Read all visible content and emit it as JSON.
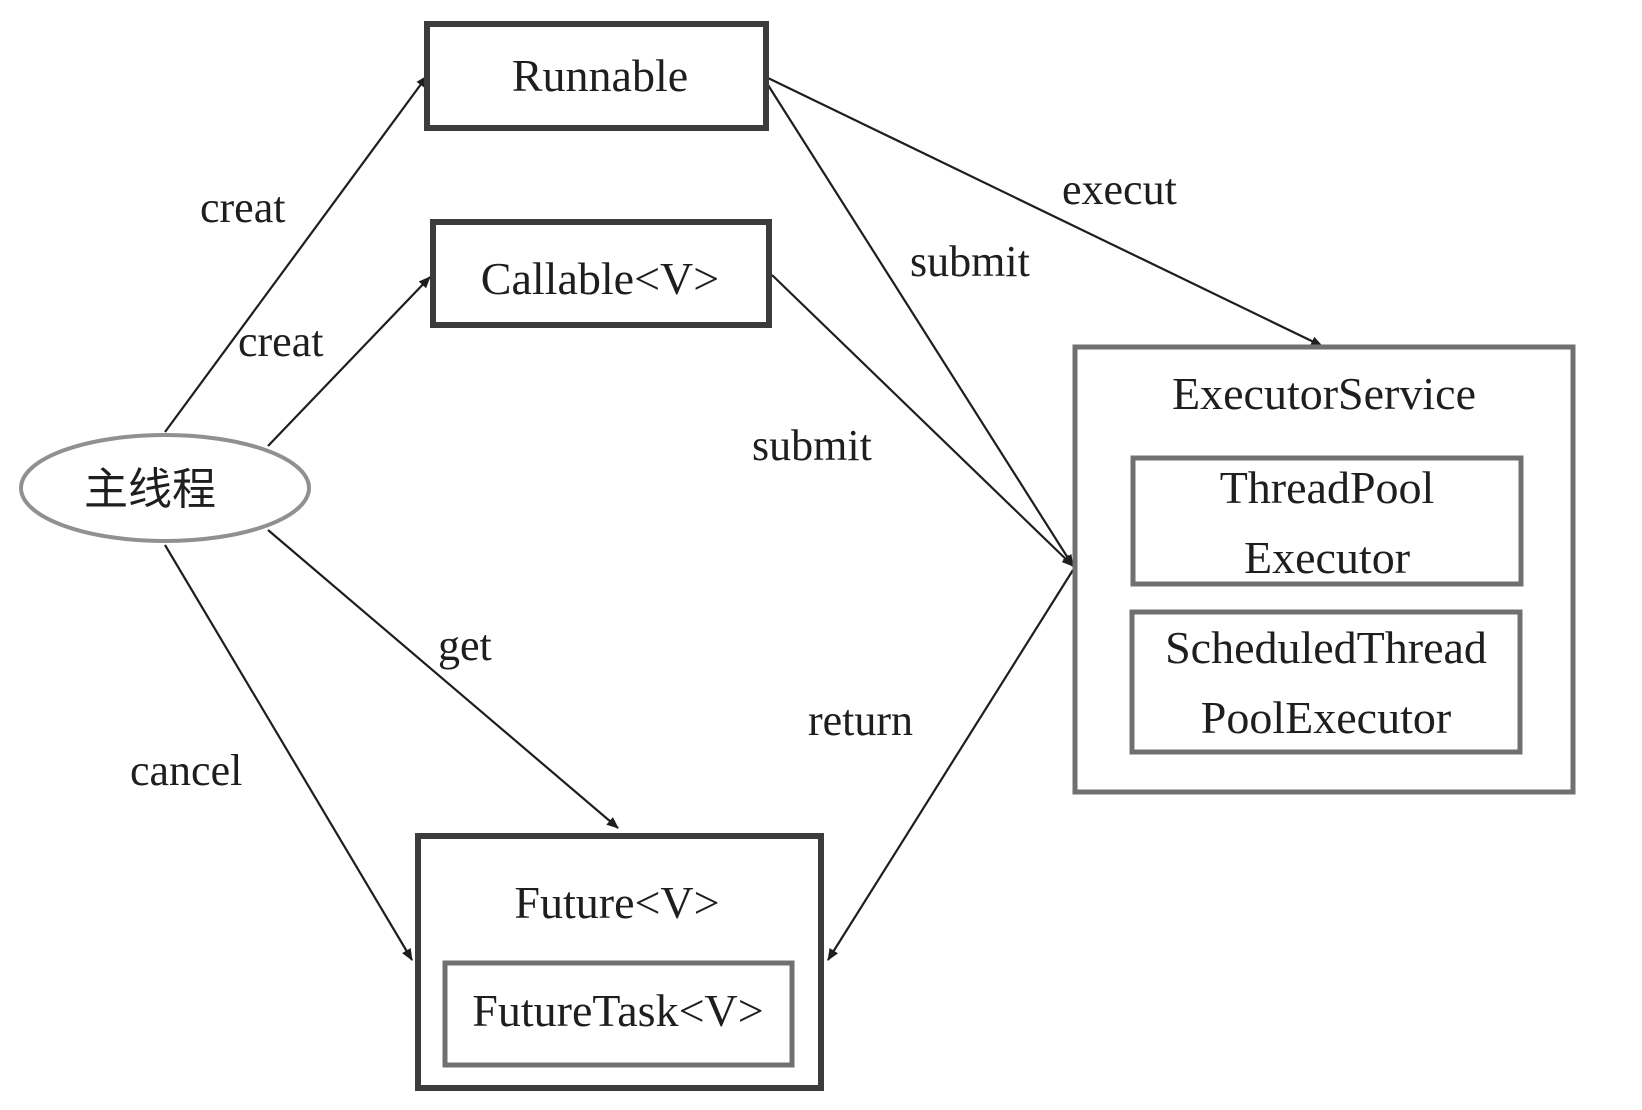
{
  "nodes": {
    "main_thread": "主线程",
    "runnable": "Runnable",
    "callable": "Callable<V>",
    "executor_service": "ExecutorService",
    "thread_pool_executor": [
      "ThreadPool",
      "Executor"
    ],
    "scheduled_executor": [
      "ScheduledThread",
      "PoolExecutor"
    ],
    "future": "Future<V>",
    "future_task": "FutureTask<V>"
  },
  "edges": {
    "creat_runnable": "creat",
    "creat_callable": "creat",
    "execut": "execut",
    "submit_runnable": "submit",
    "submit_callable": "submit",
    "get": "get",
    "cancel": "cancel",
    "return": "return"
  },
  "colors": {
    "box_border": "#3c3c3c",
    "inner_border": "#707070",
    "ellipse_border": "#909090",
    "line": "#1e1e1e",
    "text": "#1e1e1e"
  }
}
